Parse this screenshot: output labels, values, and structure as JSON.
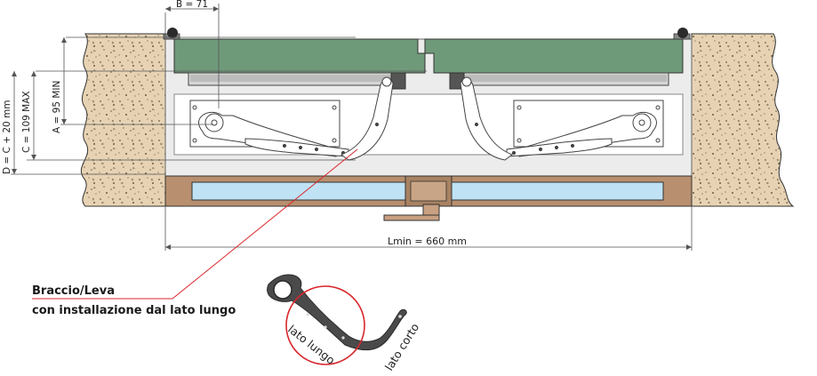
{
  "dimensions": {
    "b": "B = 71",
    "a": "A = 95 MIN",
    "c": "C = 109 MAX",
    "d": "D = C + 20 mm",
    "lmin": "Lmin = 660 mm"
  },
  "callout": {
    "line1": "Braccio/Leva",
    "line2": "con installazione dal lato lungo"
  },
  "arm_labels": {
    "long_side": "lato lungo",
    "short_side": "lato corto"
  },
  "colors": {
    "door_panel": "#6f9a7a",
    "concrete": "#e6d2b1",
    "box_fill": "#e8e8e8",
    "frame_wood": "#b88f6f",
    "glass": "#bfe3f5",
    "callout_line": "#d8262c",
    "arm": "#4a4a4a"
  }
}
